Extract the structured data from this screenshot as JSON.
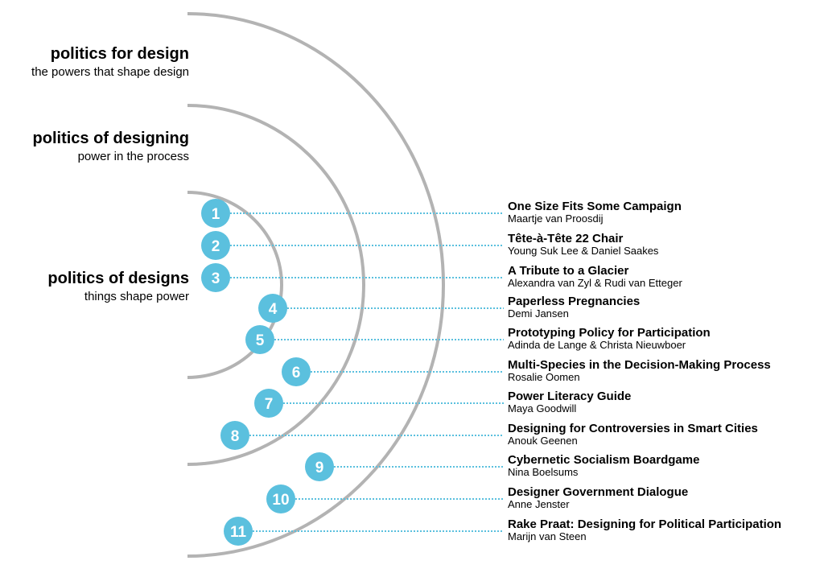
{
  "colors": {
    "arc": "#b3b3b3",
    "circle": "#5bc0de",
    "dotted_line": "#5bc0de",
    "text": "#000000"
  },
  "levels": [
    {
      "title": "politics for design",
      "subtitle": "the powers that shape design"
    },
    {
      "title": "politics of designing",
      "subtitle": "power in the process"
    },
    {
      "title": "politics of designs",
      "subtitle": "things shape power"
    }
  ],
  "projects": [
    {
      "number": "1",
      "title": "One Size Fits Some Campaign",
      "author": "Maartje van Proosdij"
    },
    {
      "number": "2",
      "title": "Tête-à-Tête 22 Chair",
      "author": "Young Suk Lee & Daniel Saakes"
    },
    {
      "number": "3",
      "title": "A Tribute to a Glacier",
      "author": "Alexandra van Zyl & Rudi van Etteger"
    },
    {
      "number": "4",
      "title": "Paperless Pregnancies",
      "author": "Demi Jansen"
    },
    {
      "number": "5",
      "title": "Prototyping Policy for Participation",
      "author": "Adinda de Lange & Christa Nieuwboer"
    },
    {
      "number": "6",
      "title": "Multi-Species in the Decision-Making Process",
      "author": "Rosalie Oomen"
    },
    {
      "number": "7",
      "title": "Power Literacy Guide",
      "author": "Maya Goodwill"
    },
    {
      "number": "8",
      "title": "Designing for Controversies in Smart Cities",
      "author": "Anouk Geenen"
    },
    {
      "number": "9",
      "title": "Cybernetic Socialism Boardgame",
      "author": "Nina Boelsums"
    },
    {
      "number": "10",
      "title": "Designer Government Dialogue",
      "author": "Anne Jenster"
    },
    {
      "number": "11",
      "title": "Rake Praat: Designing for Political Participation",
      "author": "Marijn van Steen"
    }
  ]
}
